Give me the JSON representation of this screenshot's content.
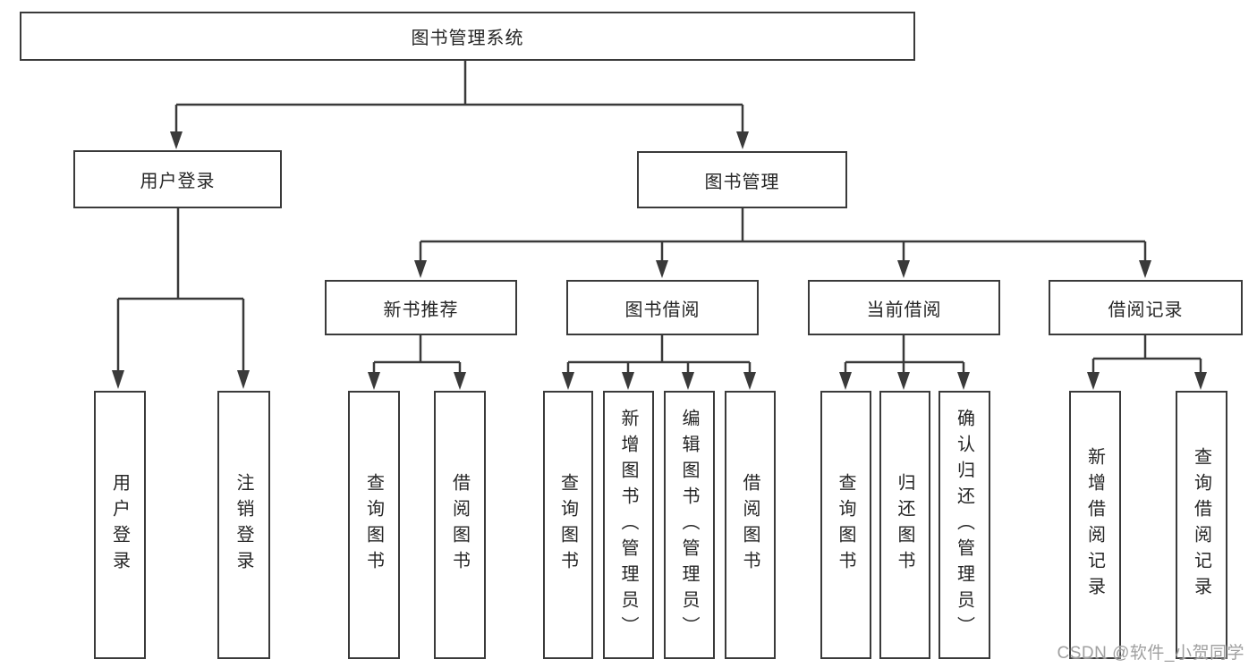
{
  "colors": {
    "line": "#3a3a3a",
    "box_border": "#3a3a3a",
    "box_background": "#ffffff",
    "text": "#262626",
    "watermark": "#a0a0a0"
  },
  "watermark": {
    "text": "CSDN @软件_小贺同学"
  },
  "diagram": {
    "type": "hierarchy-tree",
    "root": {
      "label": "图书管理系统",
      "children": [
        {
          "label": "用户登录",
          "children": [
            {
              "label": "用户登录"
            },
            {
              "label": "注销登录"
            }
          ]
        },
        {
          "label": "图书管理",
          "children": [
            {
              "label": "新书推荐",
              "children": [
                {
                  "label": "查询图书"
                },
                {
                  "label": "借阅图书"
                }
              ]
            },
            {
              "label": "图书借阅",
              "children": [
                {
                  "label": "查询图书"
                },
                {
                  "label": "新增图书（管理员）"
                },
                {
                  "label": "编辑图书（管理员）"
                },
                {
                  "label": "借阅图书"
                }
              ]
            },
            {
              "label": "当前借阅",
              "children": [
                {
                  "label": "查询图书"
                },
                {
                  "label": "归还图书"
                },
                {
                  "label": "确认归还（管理员）"
                }
              ]
            },
            {
              "label": "借阅记录",
              "children": [
                {
                  "label": "新增借阅记录"
                },
                {
                  "label": "查询借阅记录"
                }
              ]
            }
          ]
        }
      ]
    }
  }
}
